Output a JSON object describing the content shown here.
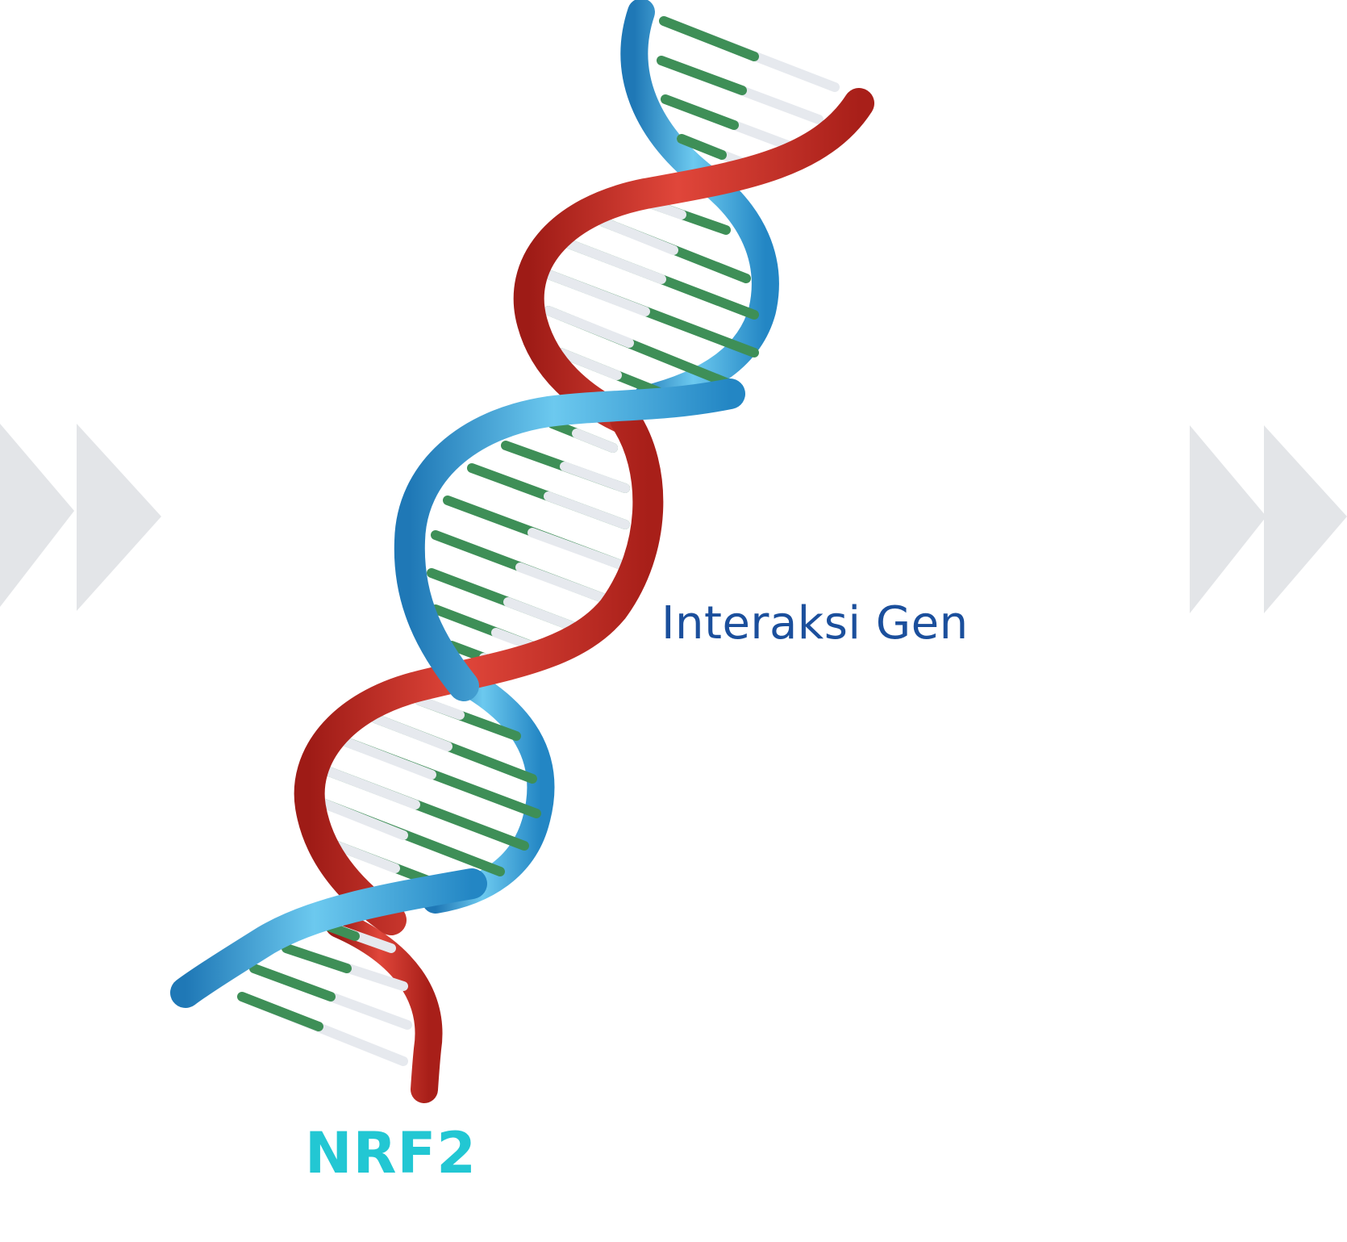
{
  "labels": {
    "annotation": "Interaksi Gen",
    "gene_name": "NRF2"
  },
  "colors": {
    "strand_red": "#d7342b",
    "strand_blue": "#3fa8dc",
    "base_green": "#3e8f57",
    "base_white": "#e6e9ee",
    "arrows_gray": "#e3e5e8",
    "annotation_text": "#1b4f9c",
    "gene_text": "#22c7d3"
  },
  "icons": {
    "left_arrows": "fast-forward-icon",
    "right_arrows": "fast-forward-icon",
    "illustration": "dna-double-helix"
  }
}
